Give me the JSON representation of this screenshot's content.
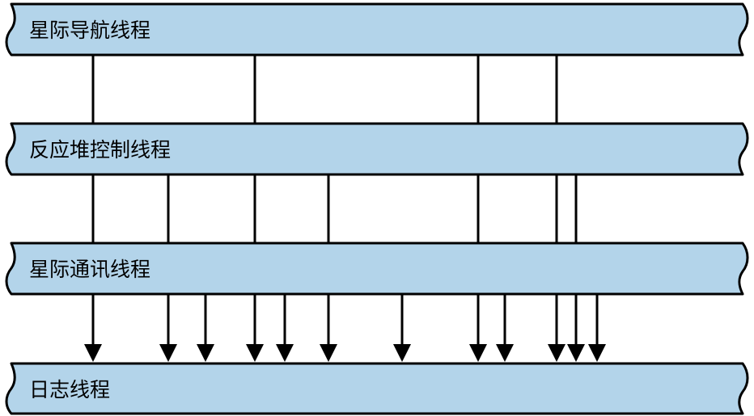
{
  "threads": [
    {
      "id": "navigation",
      "label": "星际导航线程"
    },
    {
      "id": "reactor",
      "label": "反应堆控制线程"
    },
    {
      "id": "comms",
      "label": "星际通讯线程"
    },
    {
      "id": "logging",
      "label": "日志线程"
    }
  ],
  "colors": {
    "band_fill": "#b3d4ea",
    "outline": "#000000"
  }
}
